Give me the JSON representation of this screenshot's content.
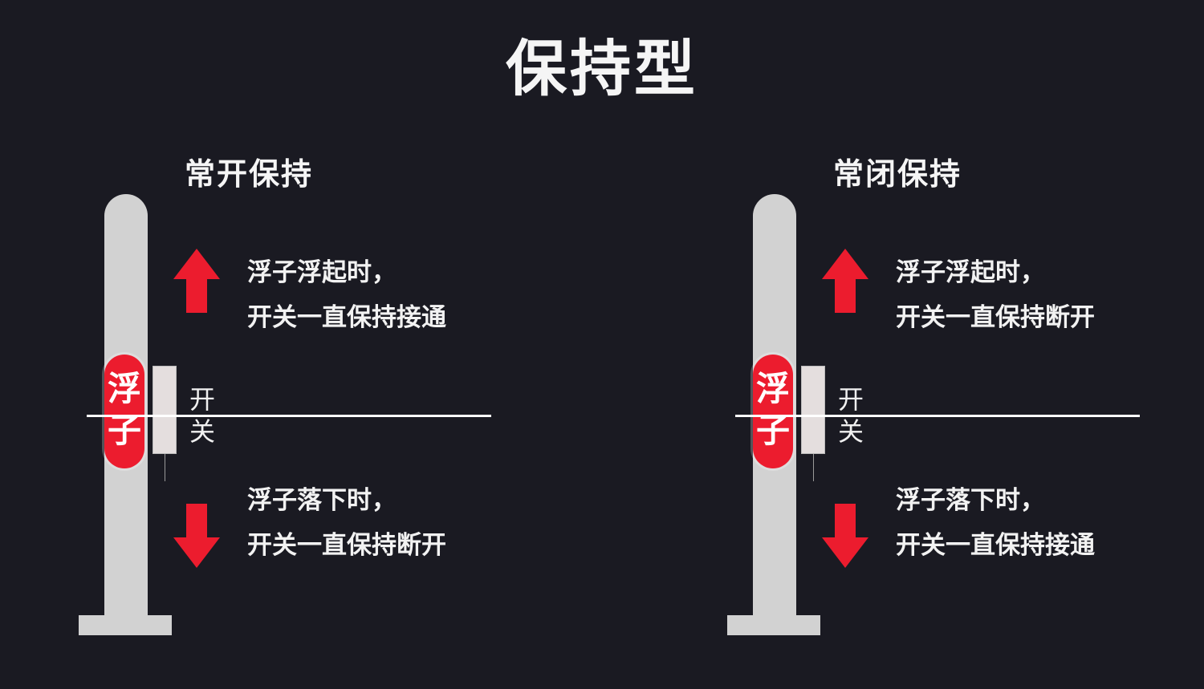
{
  "title": "保持型",
  "float_chars": [
    "浮",
    "子"
  ],
  "switch_chars": [
    "开",
    "关"
  ],
  "colors": {
    "background": "#1a1a22",
    "rod": "#d2d2d2",
    "float": "#ec1c2e",
    "arrow": "#ec1c2e",
    "level_line": "#ffffff"
  },
  "panels": [
    {
      "title": "常开保持",
      "rise_line1": "浮子浮起时，",
      "rise_line2": "开关一直保持接通",
      "fall_line1": "浮子落下时，",
      "fall_line2": "开关一直保持断开"
    },
    {
      "title": "常闭保持",
      "rise_line1": "浮子浮起时，",
      "rise_line2": "开关一直保持断开",
      "fall_line1": "浮子落下时，",
      "fall_line2": "开关一直保持接通"
    }
  ]
}
